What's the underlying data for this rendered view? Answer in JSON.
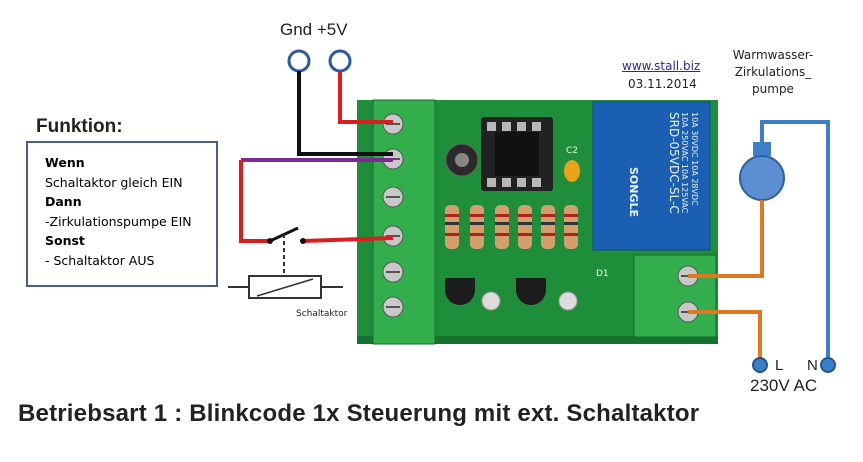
{
  "supply": {
    "label": "Gnd +5V"
  },
  "header": {
    "website": "www.stall.biz",
    "date": "03.11.2014"
  },
  "pump": {
    "label": "Warmwasser-Zirkulations_ pumpe"
  },
  "function": {
    "heading": "Funktion:",
    "if_label": "Wenn",
    "if_text": "Schaltaktor  gleich EIN",
    "then_label": "Dann",
    "then_text": "-Zirkulationspumpe EIN",
    "else_label": "Sonst",
    "else_text": "- Schaltaktor AUS"
  },
  "actuator": {
    "label": "Schaltaktor"
  },
  "board": {
    "relay_lines": [
      "SRD-05VDC-SL-C",
      "10A 250VAC 10A 125VAC",
      "10A 30VDC 10A 28VDC"
    ],
    "relay_brand": "SONGLE",
    "cap_label": "C2",
    "diode_label": "D1"
  },
  "mains": {
    "label": "230V AC",
    "l": "L",
    "n": "N"
  },
  "caption": "Betriebsart 1 : Blinkcode 1x   Steuerung mit ext. Schaltaktor",
  "colors": {
    "board": "#1f8e3a",
    "terminal": "#2fa847",
    "relay": "#1b5fb3",
    "wire_red": "#d81e1e",
    "wire_purple": "#7a2a92",
    "wire_orange": "#e07820",
    "wire_blue": "#3d7fc6",
    "frame": "#4a5d7e"
  }
}
